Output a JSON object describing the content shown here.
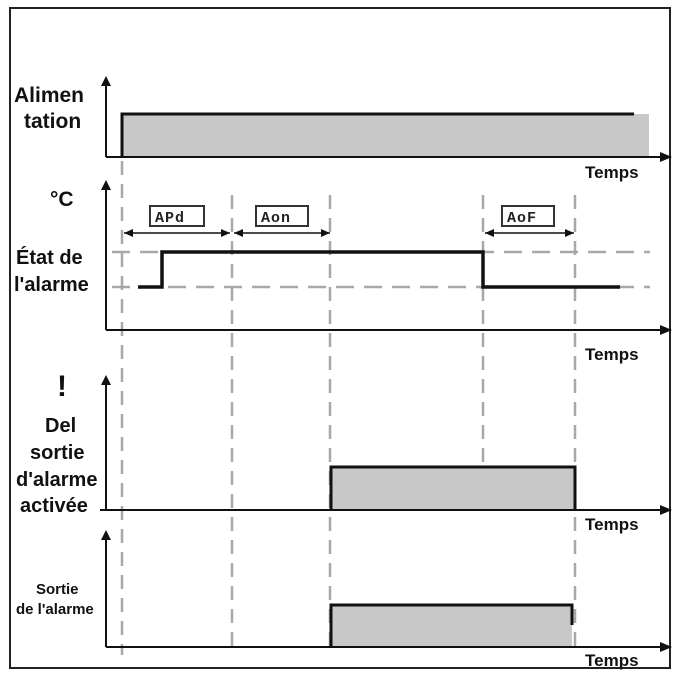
{
  "colors": {
    "fill": "#c8c8c8",
    "line": "#111111",
    "dash": "#a8a8a8",
    "border": "#222222"
  },
  "rows": {
    "power": {
      "label_line1": "Alimen",
      "label_line2": "tation",
      "axis": "Temps"
    },
    "temp": {
      "unit": "°C",
      "label_line1": "État de",
      "label_line2": "l'alarme",
      "axis": "Temps"
    },
    "led": {
      "icon": "exclamation-icon",
      "symbol": "!",
      "label_line1": "Del",
      "label_line2": "sortie",
      "label_line3": "d'alarme",
      "label_line4": "activée",
      "axis": "Temps"
    },
    "output": {
      "label_line1": "Sortie",
      "label_line2": "de l'alarme",
      "axis": "Temps"
    }
  },
  "timings": {
    "apd": "APd",
    "aon": "Aon",
    "aof": "AoF"
  }
}
